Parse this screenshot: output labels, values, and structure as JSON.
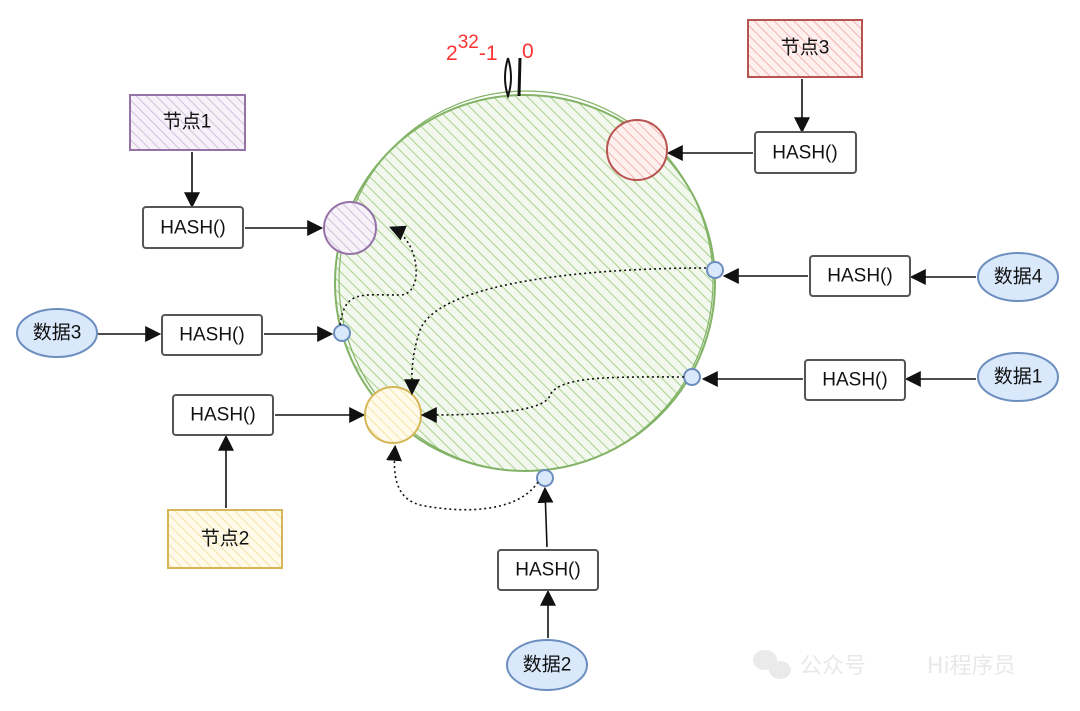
{
  "ring": {
    "max_label_base": "2",
    "max_label_exp": "32",
    "max_label_suffix": "-1",
    "zero_label": "0"
  },
  "nodes": [
    {
      "label": "节点1",
      "color": "#9673a6",
      "fill": "#e1d5e7"
    },
    {
      "label": "节点2",
      "color": "#d6b656",
      "fill": "#fff2cc"
    },
    {
      "label": "节点3",
      "color": "#b85450",
      "fill": "#f8cecc"
    }
  ],
  "data_items": [
    {
      "label": "数据1"
    },
    {
      "label": "数据2"
    },
    {
      "label": "数据3"
    },
    {
      "label": "数据4"
    }
  ],
  "hash_label": "HASH()",
  "ring_color": "#82b366",
  "watermark": {
    "left": "公众号",
    "right": "Hi程序员"
  }
}
